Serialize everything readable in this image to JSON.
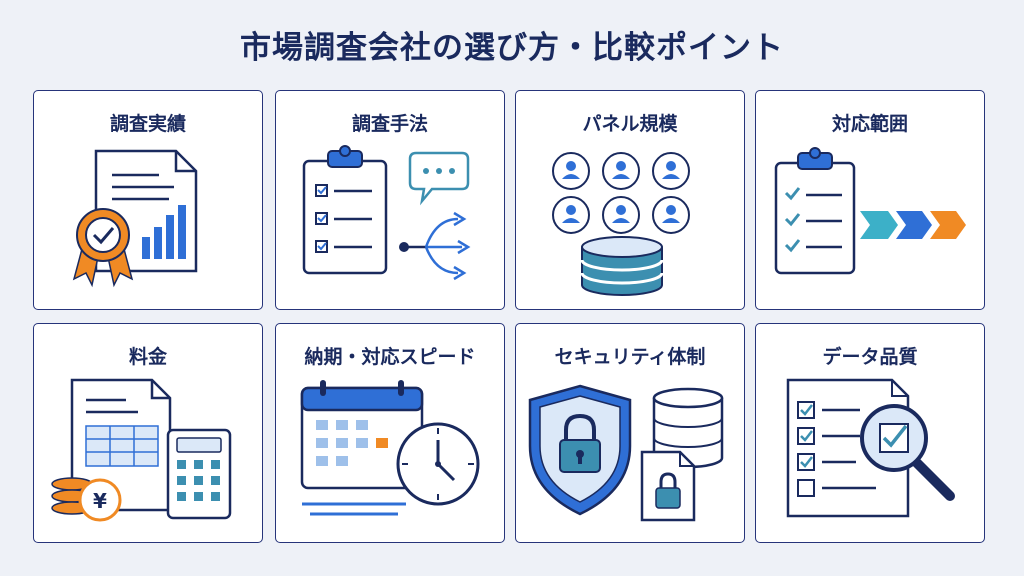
{
  "page": {
    "title": "市場調査会社の選び方・比較ポイント"
  },
  "cards": [
    {
      "title": "調査実績",
      "icon": "document-award-chart-icon"
    },
    {
      "title": "調査手法",
      "icon": "clipboard-chat-branch-icon"
    },
    {
      "title": "パネル規模",
      "icon": "user-panel-database-icon"
    },
    {
      "title": "対応範囲",
      "icon": "clipboard-arrows-icon"
    },
    {
      "title": "料金",
      "icon": "invoice-coins-calculator-icon",
      "currency_symbol": "¥"
    },
    {
      "title": "納期・対応スピード",
      "icon": "calendar-clock-icon"
    },
    {
      "title": "セキュリティ体制",
      "icon": "shield-lock-database-icon"
    },
    {
      "title": "データ品質",
      "icon": "checklist-magnifier-icon"
    }
  ],
  "colors": {
    "navy": "#1a2a5e",
    "blue": "#2f6fd6",
    "orange": "#f08a24",
    "teal": "#3c8fb0",
    "light_blue": "#dbe8f8"
  }
}
